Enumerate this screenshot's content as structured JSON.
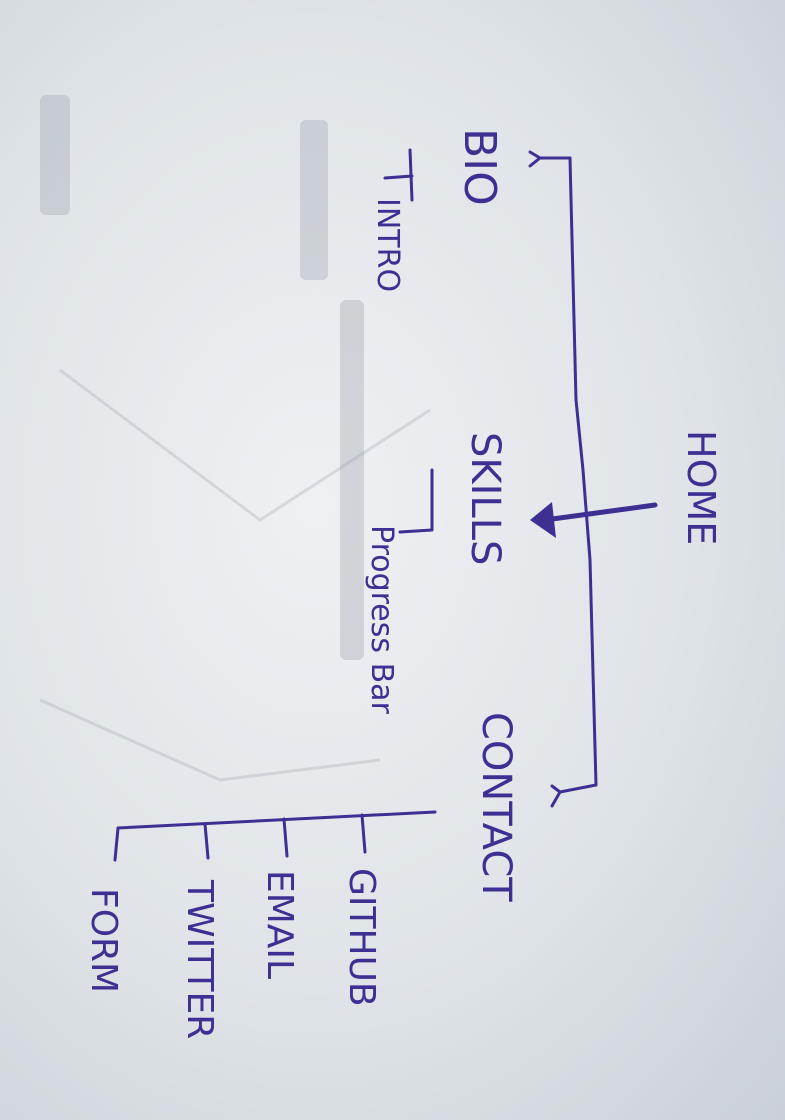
{
  "sitemap": {
    "root": "HOME",
    "pages": [
      {
        "label": "BIO",
        "children": [
          "INTRO"
        ]
      },
      {
        "label": "SKILLS",
        "children": [
          "Progress Bar"
        ]
      },
      {
        "label": "CONTACT",
        "children": [
          "GITHUB",
          "EMAIL",
          "TWITTER",
          "FORM"
        ]
      }
    ]
  },
  "colors": {
    "ink": "#3e2f93",
    "paper": "#e6eaee"
  }
}
